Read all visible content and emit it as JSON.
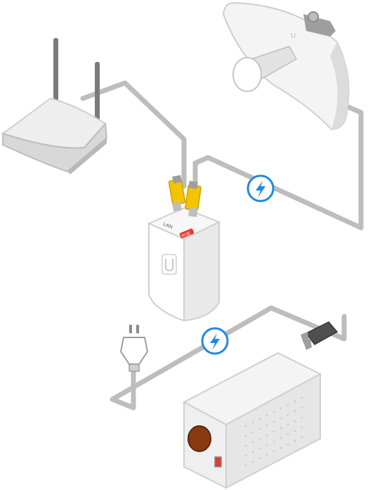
{
  "poe_adapter": {
    "port_lan_label": "LAN",
    "port_poe_label": "POE",
    "logo": "ubiquiti-u-logo"
  },
  "power_badges": [
    {
      "icon": "lightning-bolt-icon",
      "color": "#1e88e5"
    },
    {
      "icon": "lightning-bolt-icon",
      "color": "#1e88e5"
    }
  ],
  "colors": {
    "cable": "#bdbdbd",
    "device_body": "#f2f2f2",
    "device_shadow": "#c9c9c9",
    "connector_yellow": "#f5c400",
    "poe_red": "#e53935",
    "accent_blue": "#1e88e5",
    "ups_window": "#8a3a12"
  }
}
